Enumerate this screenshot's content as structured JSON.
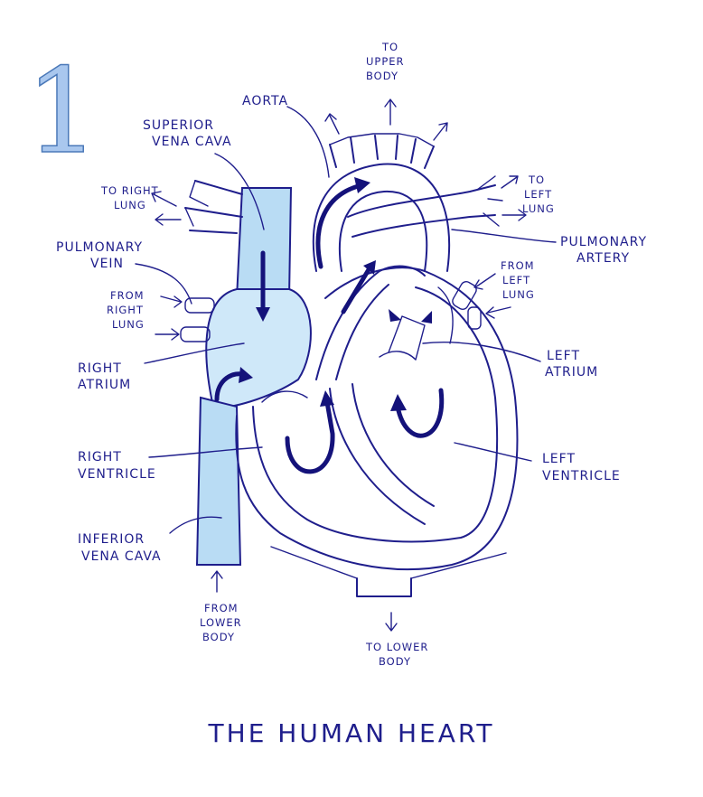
{
  "figure_number": "1",
  "title": "THE HUMAN HEART",
  "colors": {
    "ink": "#1f1e8c",
    "vein_fill": "#b9dcf4",
    "number_fill": "#a9c7ee"
  },
  "labels": {
    "to_upper_body": [
      "TO",
      "UPPER",
      "BODY"
    ],
    "aorta": [
      "AORTA"
    ],
    "superior_vena_cava": [
      "SUPERIOR",
      "VENA CAVA"
    ],
    "to_right_lung": [
      "TO RIGHT",
      "LUNG"
    ],
    "to_left_lung": [
      "TO",
      "LEFT",
      "LUNG"
    ],
    "pulmonary_vein": [
      "PULMONARY",
      "VEIN"
    ],
    "pulmonary_artery": [
      "PULMONARY",
      "ARTERY"
    ],
    "from_left_lung": [
      "FROM",
      "LEFT",
      "LUNG"
    ],
    "from_right_lung": [
      "FROM",
      "RIGHT",
      "LUNG"
    ],
    "right_atrium": [
      "RIGHT",
      "ATRIUM"
    ],
    "left_atrium": [
      "LEFT",
      "ATRIUM"
    ],
    "right_ventricle": [
      "RIGHT",
      "VENTRICLE"
    ],
    "left_ventricle": [
      "LEFT",
      "VENTRICLE"
    ],
    "inferior_vena_cava": [
      "INFERIOR",
      "VENA CAVA"
    ],
    "from_lower_body": [
      "FROM",
      "LOWER",
      "BODY"
    ],
    "to_lower_body": [
      "TO LOWER",
      "BODY"
    ]
  }
}
